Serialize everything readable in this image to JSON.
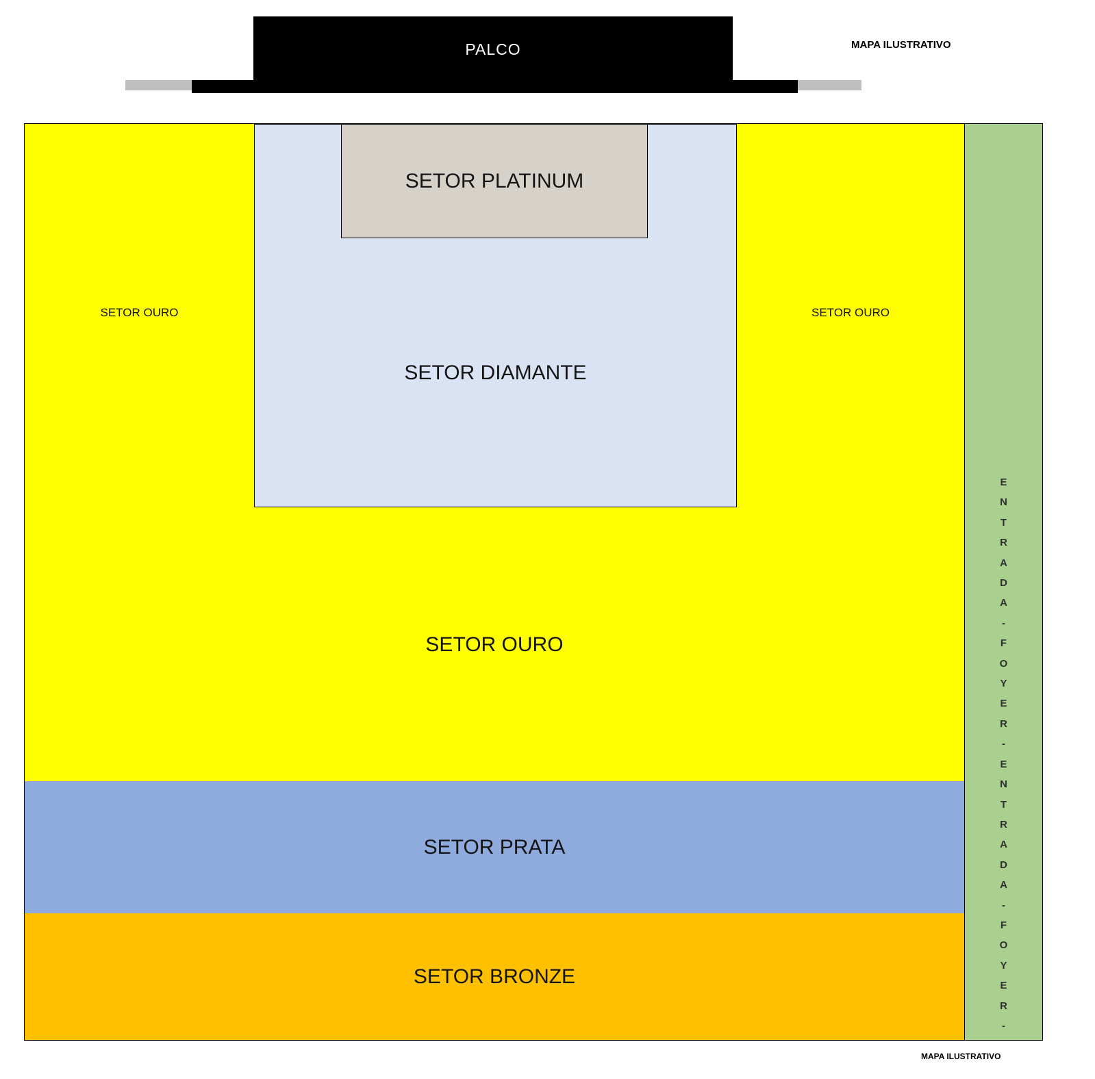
{
  "meta": {
    "top_note": "MAPA ILUSTRATIVO",
    "bottom_note": "MAPA ILUSTRATIVO"
  },
  "stage": {
    "label": "PALCO",
    "color": "#000000",
    "wing_color": "#bfbfbf"
  },
  "sectors": {
    "platinum": {
      "label": "SETOR PLATINUM",
      "color": "#d6d2ca"
    },
    "diamante": {
      "label": "SETOR DIAMANTE",
      "color": "#dae3f3"
    },
    "ouro": {
      "label": "SETOR OURO",
      "color": "#ffff00"
    },
    "ouro_left": {
      "label": "SETOR OURO"
    },
    "ouro_right": {
      "label": "SETOR OURO"
    },
    "prata": {
      "label": "SETOR PRATA",
      "color": "#8faadc"
    },
    "bronze": {
      "label": "SETOR BRONZE",
      "color": "#ffc000"
    }
  },
  "entrance": {
    "color": "#a9d08e",
    "text": "ENTRADA - FOYER - ENTRADA - FOYER -",
    "letters": [
      "E",
      "N",
      "T",
      "R",
      "A",
      "D",
      "A",
      "-",
      "F",
      "O",
      "Y",
      "E",
      "R",
      "-",
      "E",
      "N",
      "T",
      "R",
      "A",
      "D",
      "A",
      "-",
      "F",
      "O",
      "Y",
      "E",
      "R",
      "-"
    ]
  }
}
